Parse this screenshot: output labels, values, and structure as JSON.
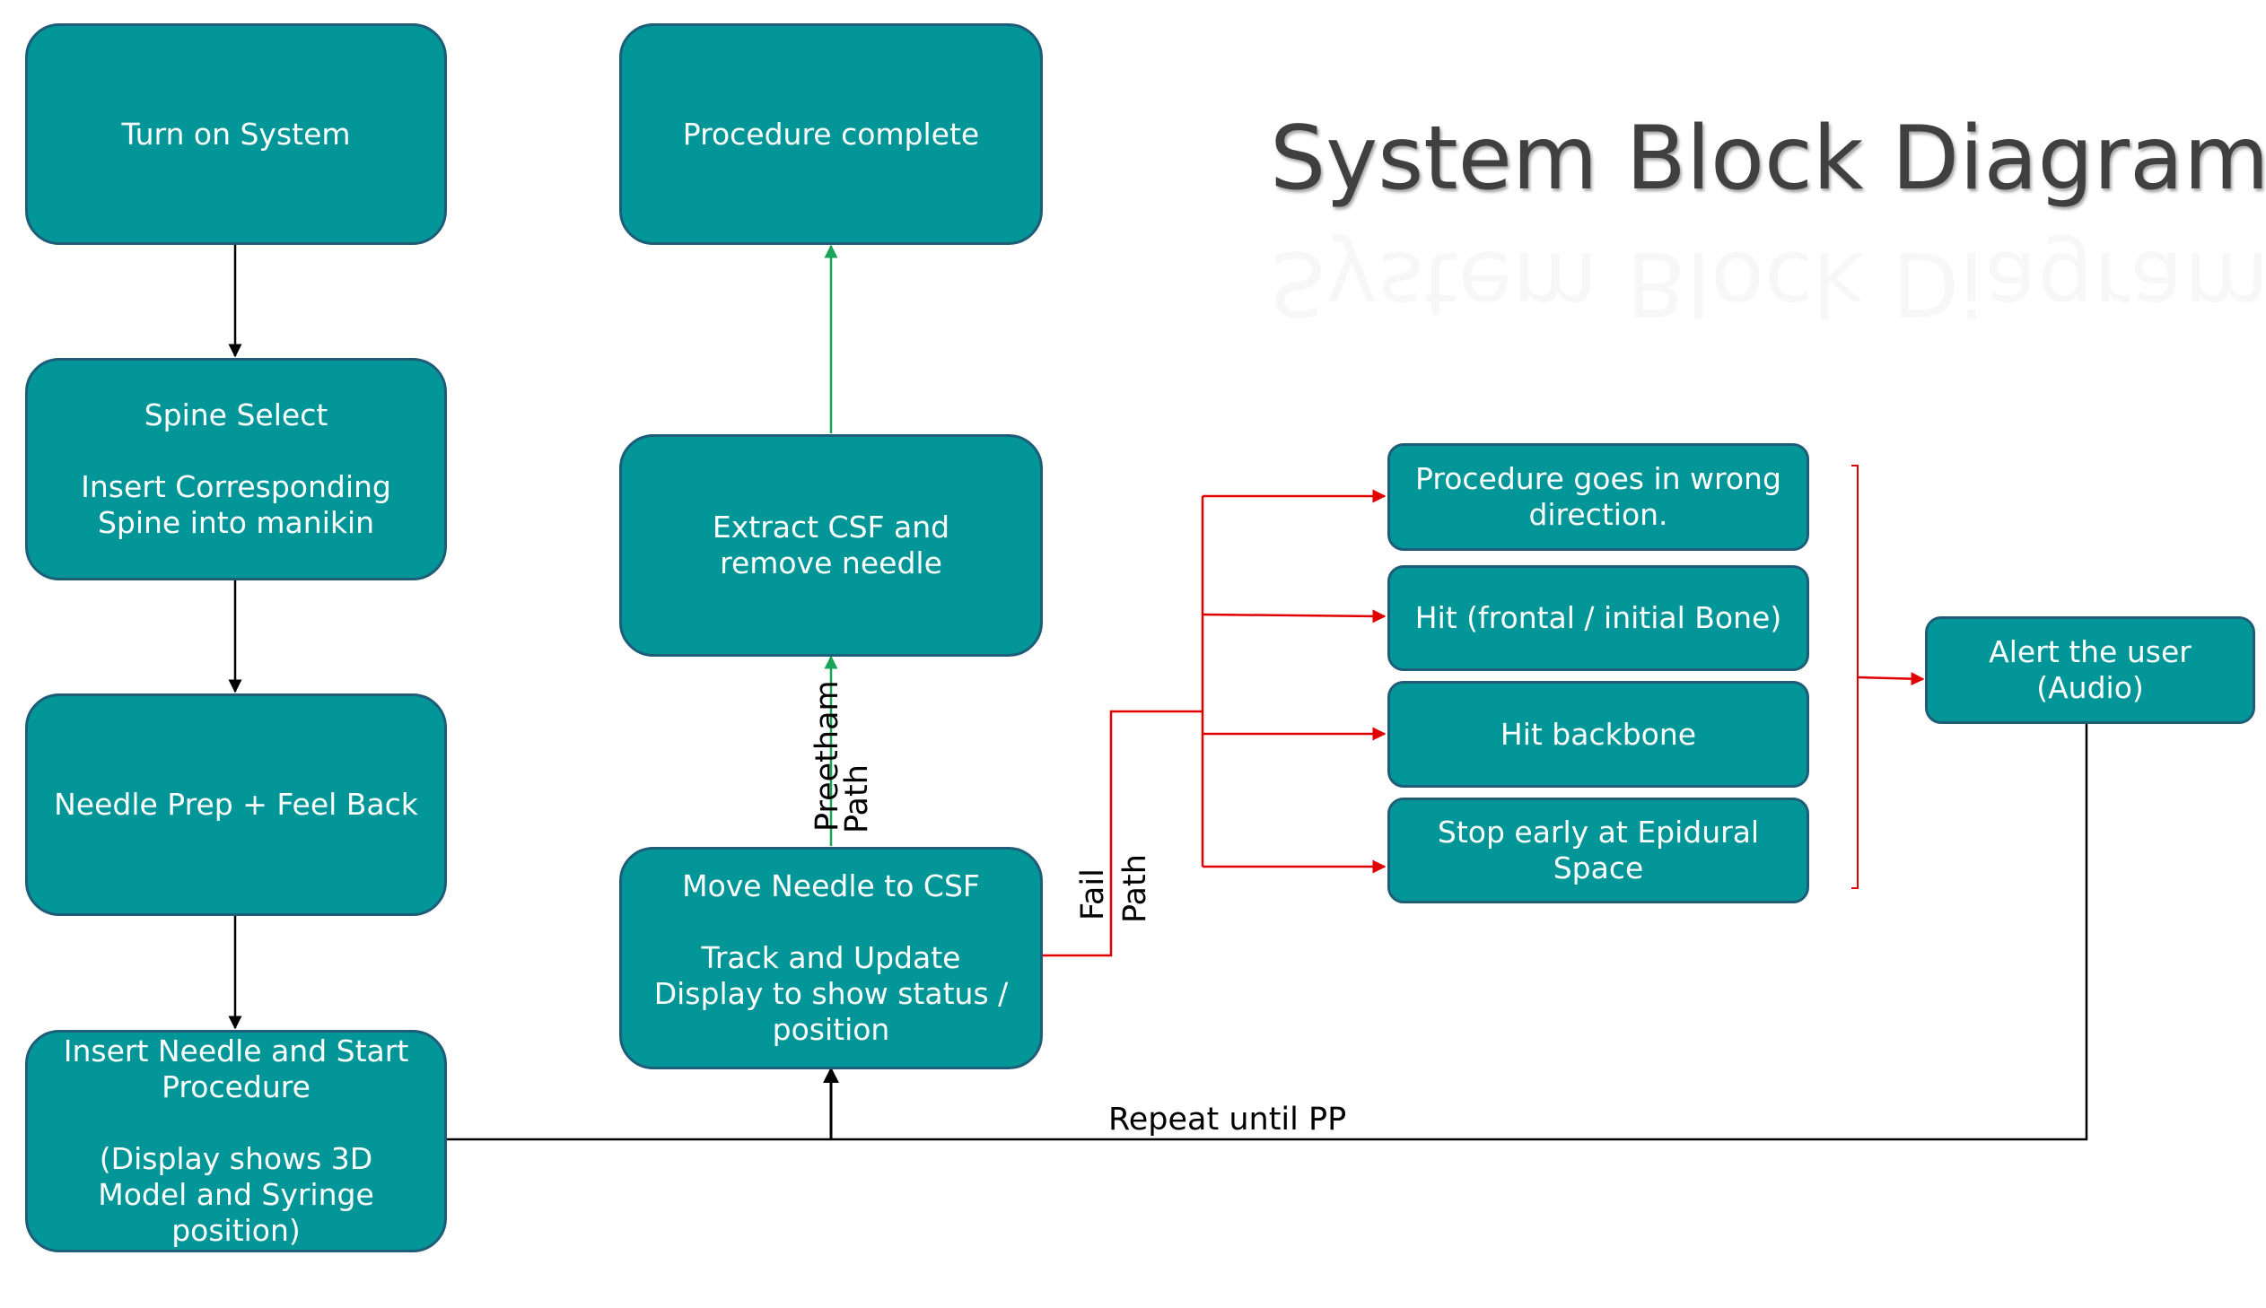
{
  "title": "System Block Diagram",
  "boxes": {
    "turn_on": {
      "text": "Turn on System"
    },
    "spine_select": {
      "line1": "Spine Select",
      "line2": "Insert Corresponding Spine into manikin"
    },
    "needle_prep": {
      "text": "Needle Prep + Feel Back"
    },
    "insert_needle": {
      "line1": "Insert Needle and Start Procedure",
      "line2": "(Display shows 3D Model and Syringe position)"
    },
    "procedure_complete": {
      "text": "Procedure complete"
    },
    "extract_csf": {
      "text": "Extract CSF and remove needle"
    },
    "move_needle": {
      "line1": "Move Needle to CSF",
      "line2": "Track and Update Display to show status / position"
    },
    "wrong_direction": {
      "text": "Procedure goes in wrong direction."
    },
    "hit_frontal": {
      "text": "Hit (frontal / initial Bone)"
    },
    "hit_backbone": {
      "text": "Hit backbone"
    },
    "stop_early": {
      "text": "Stop early at Epidural Space"
    },
    "alert_user": {
      "line1": "Alert the user",
      "line2": "(Audio)"
    }
  },
  "labels": {
    "preetham_path_1": "Preetham",
    "preetham_path_2": "Path",
    "fail_path_1": "Fail",
    "fail_path_2": "Path",
    "repeat": "Repeat until PP"
  },
  "colors": {
    "box_fill": "#039698",
    "box_border": "#1d5d78",
    "arrow_black": "#000000",
    "arrow_green": "#18a558",
    "arrow_red": "#e00000"
  }
}
